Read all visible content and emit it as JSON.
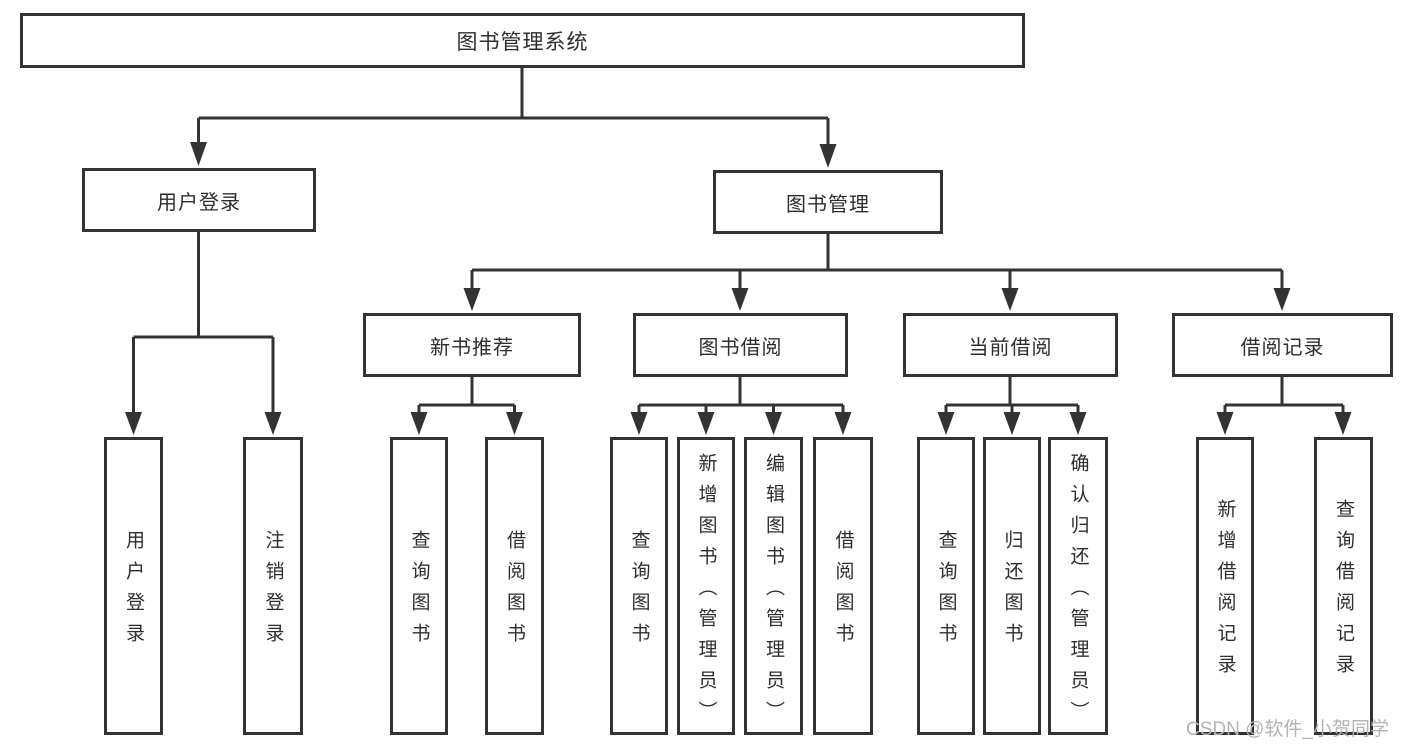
{
  "diagram_type": "hierarchy-tree",
  "colors": {
    "line": "#333333",
    "text": "#2e2e2e",
    "watermark": "#b3b3b3",
    "background": "#ffffff"
  },
  "watermark": "CSDN @软件_小贺同学",
  "tree": {
    "label": "图书管理系统",
    "children": [
      {
        "label": "用户登录",
        "children": [
          {
            "label": "用户登录"
          },
          {
            "label": "注销登录"
          }
        ]
      },
      {
        "label": "图书管理",
        "children": [
          {
            "label": "新书推荐",
            "children": [
              {
                "label": "查询图书"
              },
              {
                "label": "借阅图书"
              }
            ]
          },
          {
            "label": "图书借阅",
            "children": [
              {
                "label": "查询图书"
              },
              {
                "label": "新增图书（管理员）"
              },
              {
                "label": "编辑图书（管理员）"
              },
              {
                "label": "借阅图书"
              }
            ]
          },
          {
            "label": "当前借阅",
            "children": [
              {
                "label": "查询图书"
              },
              {
                "label": "归还图书"
              },
              {
                "label": "确认归还（管理员）"
              }
            ]
          },
          {
            "label": "借阅记录",
            "children": [
              {
                "label": "新增借阅记录"
              },
              {
                "label": "查询借阅记录"
              }
            ]
          }
        ]
      }
    ]
  }
}
